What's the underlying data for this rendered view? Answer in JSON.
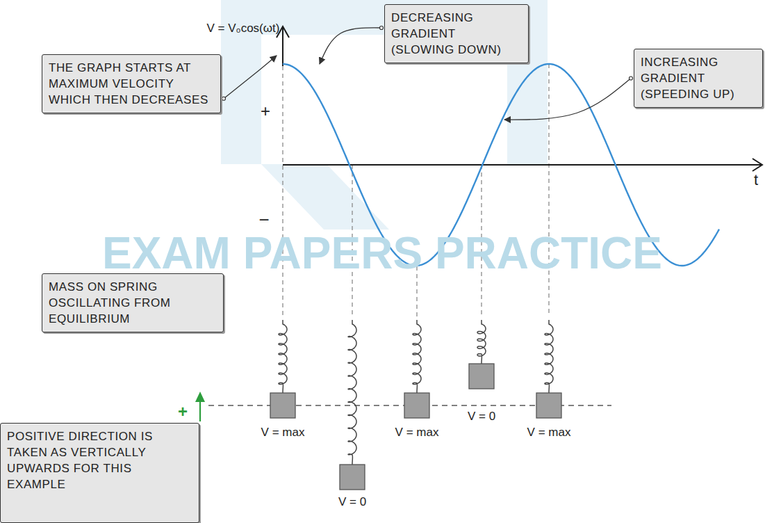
{
  "diagram": {
    "nodes": [
      {
        "text": [
          "THE GRAPH STARTS AT MAXIMUM VELOCITY WHICH THEN DECREASES"
        ]
      },
      {
        "text": [
          "DECREASING GRADIENT (SLOWING DOWN)"
        ]
      },
      {
        "text": [
          "INCREASING GRADIENT (SPEEDING UP)"
        ]
      },
      {
        "text": [
          "MASS ON SPRING OSCILLATING FROM EQUILIBRIUM"
        ]
      },
      {
        "text": [
          "POSITIVE DIRECTION IS TAKEN AS VERTICALLY UPWARDS FOR THIS EXAMPLE"
        ]
      }
    ],
    "labels": [
      "V = V₀cos(ωt)",
      "+",
      "−",
      "t",
      "+",
      "V = max",
      "V = 0",
      "V = max",
      "V = 0",
      "V = max",
      "EXAM PAPERS PRACTICE"
    ]
  }
}
